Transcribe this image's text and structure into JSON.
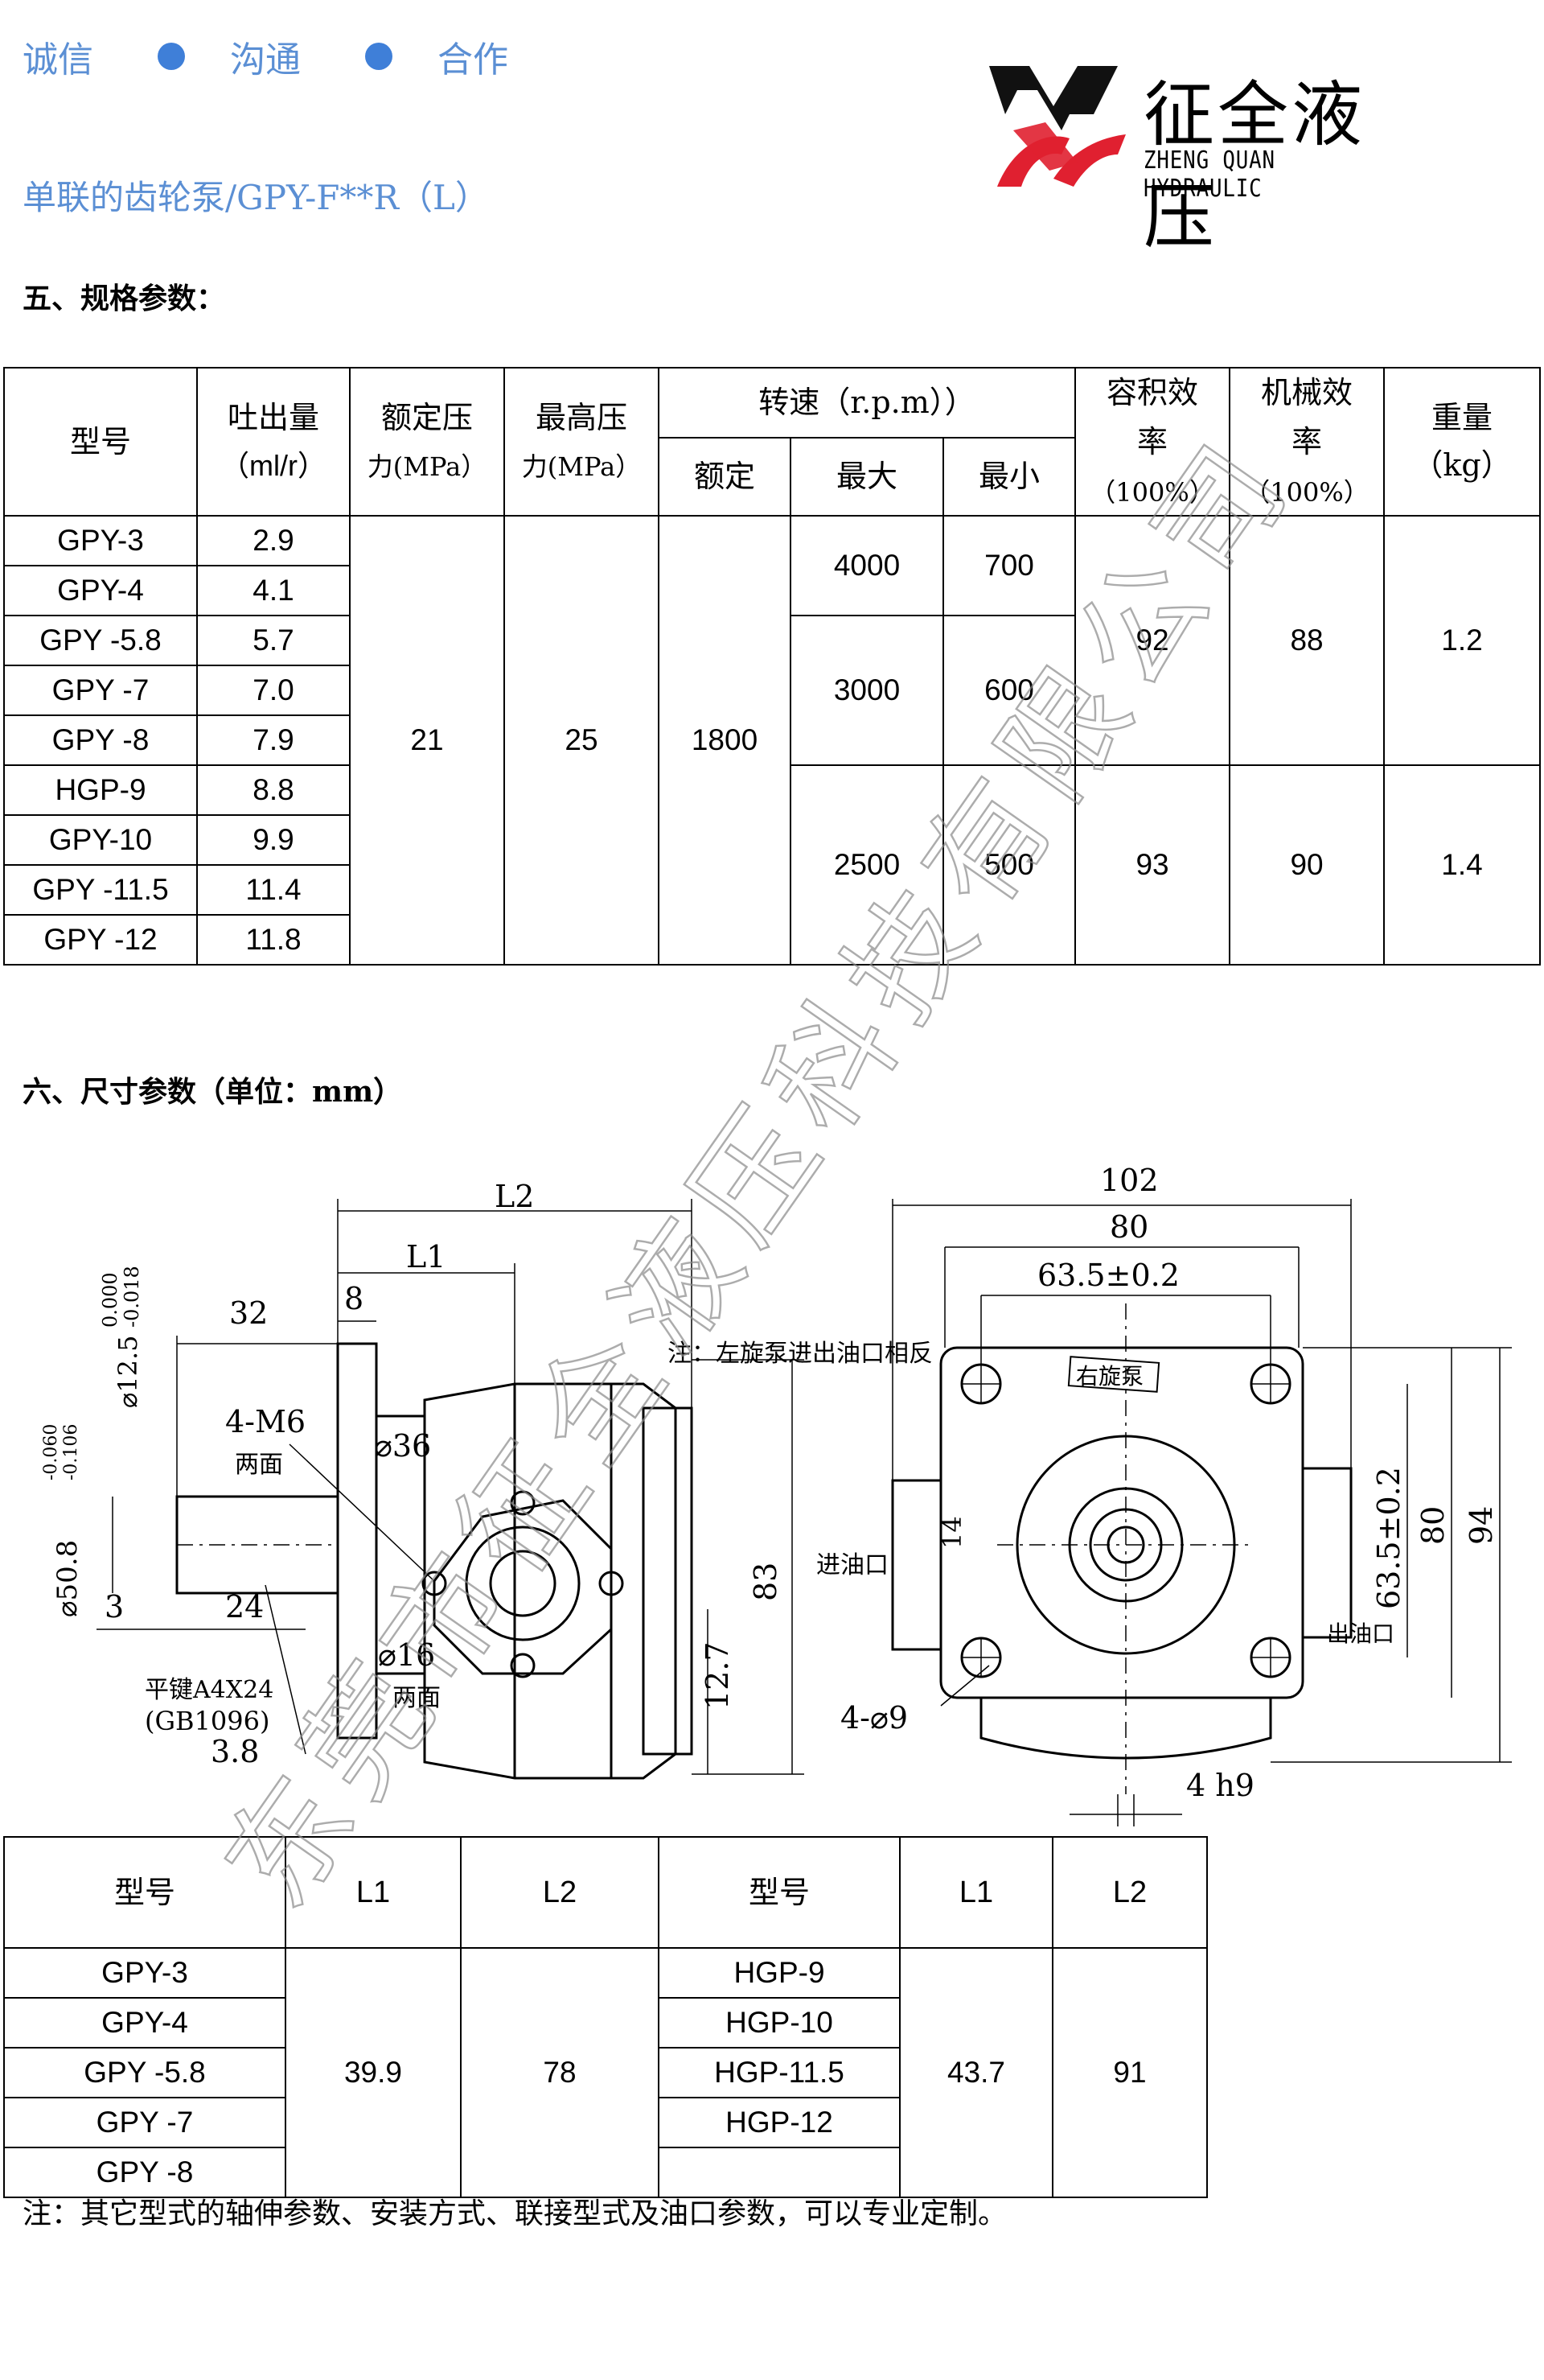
{
  "header": {
    "slogan": [
      "诚信",
      "沟通",
      "合作"
    ],
    "logo_cn": "征全液压",
    "logo_en": "ZHENG QUAN HYDRAULIC",
    "product_title": "单联的齿轮泵/GPY-F**R（L）"
  },
  "section5": {
    "title": "五、规格参数：",
    "headers": {
      "model": "型号",
      "displacement": [
        "吐出量",
        "（ml/r）"
      ],
      "rated_pressure": [
        "额定压",
        "力(MPa）"
      ],
      "max_pressure": [
        "最高压",
        "力(MPa）"
      ],
      "speed": "转速（r.p.m））",
      "speed_rated": "额定",
      "speed_max": "最大",
      "speed_min": "最小",
      "vol_eff": [
        "容积效",
        "率",
        "（100%）"
      ],
      "mech_eff": [
        "机械效",
        "率",
        "（100%）"
      ],
      "weight": [
        "重量",
        "（kg）"
      ]
    },
    "rows": [
      {
        "model": "GPY-3",
        "disp": "2.9"
      },
      {
        "model": "GPY-4",
        "disp": "4.1"
      },
      {
        "model": "GPY -5.8",
        "disp": "5.7"
      },
      {
        "model": "GPY -7",
        "disp": "7.0"
      },
      {
        "model": "GPY -8",
        "disp": "7.9"
      },
      {
        "model": "HGP-9",
        "disp": "8.8"
      },
      {
        "model": "GPY-10",
        "disp": "9.9"
      },
      {
        "model": "GPY -11.5",
        "disp": "11.4"
      },
      {
        "model": "GPY -12",
        "disp": "11.8"
      }
    ],
    "rated_pressure": "21",
    "max_pressure": "25",
    "rated_speed": "1800",
    "speed_groups": [
      {
        "max": "4000",
        "min": "700"
      },
      {
        "max": "3000",
        "min": "600"
      },
      {
        "max": "2500",
        "min": "500"
      }
    ],
    "vol_eff": [
      "92",
      "93"
    ],
    "mech_eff": [
      "88",
      "90"
    ],
    "weight": [
      "1.2",
      "1.4"
    ]
  },
  "section6": {
    "title": "六、尺寸参数（单位：mm）"
  },
  "drawing": {
    "left": {
      "L2": "L2",
      "L1": "L1",
      "d8": "8",
      "d32": "32",
      "tol_top": "0.000",
      "tol_bot": "-0.018",
      "shaft_dia": "⌀12.5",
      "thread": "4-M6",
      "both_sides": "两面",
      "d36": "⌀36",
      "tol2_top": "-0.060",
      "tol2_bot": "-0.106",
      "pilot_dia": "⌀50.8",
      "d3": "3",
      "d24": "24",
      "key": "平键A4X24",
      "std": "(GB1096)",
      "d38": "3.8",
      "d16": "⌀16",
      "both_sides2": "两面",
      "d127": "12.7",
      "d83": "83",
      "note": "注：左旋泵进出油口相反"
    },
    "right": {
      "d102": "102",
      "d80": "80",
      "d635": "63.5±0.2",
      "rotation": "右旋泵",
      "d14": "14",
      "inlet": "进油口",
      "outlet": "出油口",
      "holes": "4-⌀9",
      "v635": "63.5±0.2",
      "v80": "80",
      "v94": "94",
      "key_w": "4 h9"
    }
  },
  "dim_table": {
    "headers": [
      "型号",
      "L1",
      "L2",
      "型号",
      "L1",
      "L2"
    ],
    "left_models": [
      "GPY-3",
      "GPY-4",
      "GPY -5.8",
      "GPY -7",
      "GPY -8"
    ],
    "left_L1": "39.9",
    "left_L2": "78",
    "right_models": [
      "HGP-9",
      "HGP-10",
      "HGP-11.5",
      "HGP-12"
    ],
    "right_L1": "43.7",
    "right_L2": "91"
  },
  "footer_note": "注：其它型式的轴伸参数、安装方式、联接型式及油口参数，可以专业定制。",
  "watermark": "东莞市征全液压科技有限公司",
  "colors": {
    "accent": "#5b8fd4",
    "dot": "#3f7fd8",
    "logo_red": "#e02030"
  }
}
